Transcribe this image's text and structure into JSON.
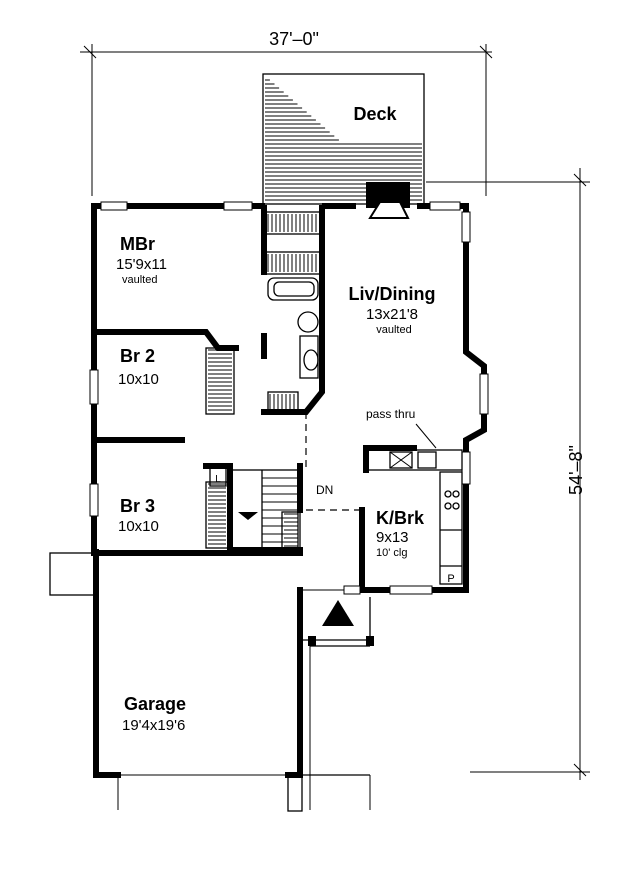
{
  "dimensions": {
    "width_label": "37'–0\"",
    "depth_label": "54'–8\""
  },
  "rooms": {
    "deck": {
      "name": "Deck"
    },
    "master_bedroom": {
      "name": "MBr",
      "size": "15'9x11",
      "note": "vaulted"
    },
    "living_dining": {
      "name": "Liv/Dining",
      "size": "13x21'8",
      "note": "vaulted"
    },
    "bedroom_2": {
      "name": "Br 2",
      "size": "10x10"
    },
    "bedroom_3": {
      "name": "Br 3",
      "size": "10x10"
    },
    "kitchen": {
      "name": "K/Brk",
      "size": "9x13",
      "note": "10' clg"
    },
    "garage": {
      "name": "Garage",
      "size": "19'4x19'6"
    }
  },
  "annotations": {
    "pass_thru": "pass thru",
    "stairs_down": "DN",
    "linen_closet": "L",
    "pantry": "P"
  },
  "colors": {
    "ink": "#000000",
    "paper": "#ffffff"
  }
}
